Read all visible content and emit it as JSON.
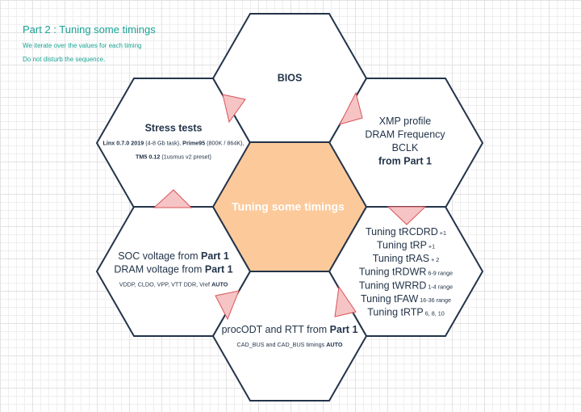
{
  "header": {
    "title": "Part 2 : Tuning some timings",
    "notes": [
      "We iterate over the values for each timing",
      "Do not disturb the sequence."
    ]
  },
  "colors": {
    "accent_text": "#1aa394",
    "hex_stroke": "#23344a",
    "hex_fill": "#ffffff",
    "center_fill": "#fcc99a",
    "center_text": "#ffffff",
    "marker_fill": "#f6c4c4",
    "marker_stroke": "#d9535a",
    "text": "#23344a"
  },
  "hexagons": {
    "center": {
      "lines": [
        [
          {
            "text": "Tuning some timings",
            "weight": "bold"
          }
        ]
      ]
    },
    "bios": {
      "lines": [
        [
          {
            "text": "BIOS",
            "weight": "bold"
          }
        ]
      ]
    },
    "stress": {
      "lines": [
        [
          {
            "text": "Stress tests",
            "weight": "bold"
          }
        ],
        [
          {
            "text": "Linx 0.7.0 2019",
            "weight": "bold",
            "size": "small"
          },
          {
            "text": " (4-8 Gb task), ",
            "size": "small"
          },
          {
            "text": "Prime95",
            "weight": "bold",
            "size": "small"
          },
          {
            "text": " (800K / 864K),",
            "size": "small"
          }
        ],
        [
          {
            "text": "TM5 0.12",
            "weight": "bold",
            "size": "small"
          },
          {
            "text": " (1usmus v2 preset)",
            "size": "small"
          }
        ]
      ]
    },
    "xmp": {
      "lines": [
        [
          {
            "text": "XMP profile"
          }
        ],
        [
          {
            "text": "DRAM Frequency"
          }
        ],
        [
          {
            "text": "BCLK"
          }
        ],
        [
          {
            "text": "from Part 1",
            "weight": "bold"
          }
        ]
      ]
    },
    "voltage": {
      "lines": [
        [
          {
            "text": "SOC voltage from "
          },
          {
            "text": "Part 1",
            "weight": "bold"
          }
        ],
        [
          {
            "text": "DRAM voltage from "
          },
          {
            "text": "Part 1",
            "weight": "bold"
          }
        ],
        [
          {
            "text": "VDDP, CLDO, VPP, VTT DDR, Vref ",
            "size": "small"
          },
          {
            "text": "AUTO",
            "weight": "bold",
            "size": "small"
          }
        ]
      ]
    },
    "timings": {
      "lines": [
        [
          {
            "text": "Tuning tRCDRD"
          },
          {
            "text": " +1",
            "size": "small"
          }
        ],
        [
          {
            "text": "Tuning tRP"
          },
          {
            "text": " +1",
            "size": "small"
          }
        ],
        [
          {
            "text": "Tuning tRAS"
          },
          {
            "text": " + 2",
            "size": "small"
          }
        ],
        [
          {
            "text": "Tuning tRDWR"
          },
          {
            "text": " 6-9 range",
            "size": "small"
          }
        ],
        [
          {
            "text": "Tuning tWRRD"
          },
          {
            "text": " 1-4 range",
            "size": "small"
          }
        ],
        [
          {
            "text": "Tuning tFAW"
          },
          {
            "text": " 16-36 range",
            "size": "small"
          }
        ],
        [
          {
            "text": "Tuning tRTP"
          },
          {
            "text": " 6, 8, 10",
            "size": "small"
          }
        ]
      ]
    },
    "odt": {
      "lines": [
        [
          {
            "text": "procODT and RTT from "
          },
          {
            "text": "Part 1",
            "weight": "bold"
          }
        ],
        [
          {
            "text": "CAD_BUS and CAD_BUS timings ",
            "size": "small"
          },
          {
            "text": "AUTO",
            "weight": "bold",
            "size": "small"
          }
        ]
      ]
    }
  }
}
